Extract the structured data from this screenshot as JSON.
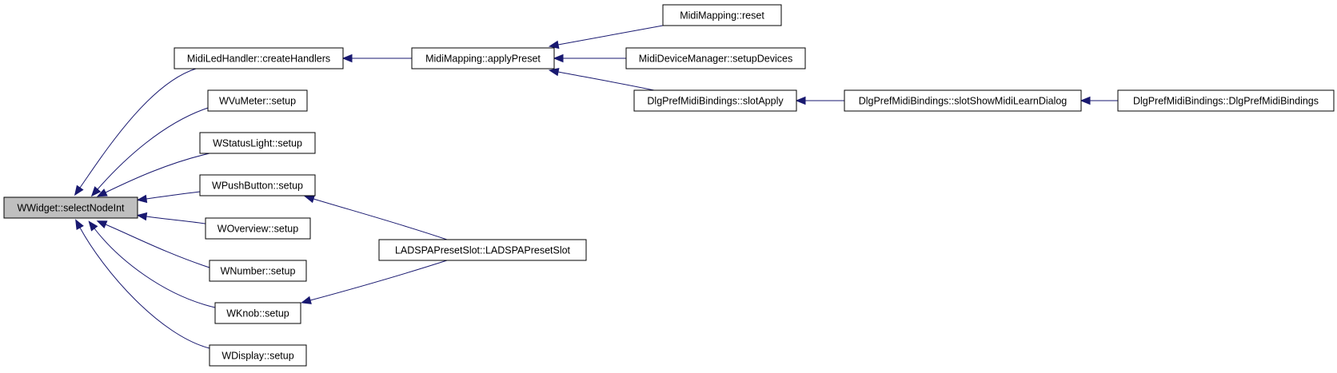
{
  "graph": {
    "colors": {
      "edge": "#191970",
      "node_fill": "#ffffff",
      "node_border": "#000000",
      "highlight_fill": "#bfbfbf"
    },
    "nodes": [
      {
        "id": "selectNodeInt",
        "label": "WWidget::selectNodeInt",
        "highlight": true
      },
      {
        "id": "createHandlers",
        "label": "MidiLedHandler::createHandlers"
      },
      {
        "id": "vuMeter",
        "label": "WVuMeter::setup"
      },
      {
        "id": "statusLight",
        "label": "WStatusLight::setup"
      },
      {
        "id": "pushButton",
        "label": "WPushButton::setup"
      },
      {
        "id": "overview",
        "label": "WOverview::setup"
      },
      {
        "id": "number",
        "label": "WNumber::setup"
      },
      {
        "id": "knob",
        "label": "WKnob::setup"
      },
      {
        "id": "display",
        "label": "WDisplay::setup"
      },
      {
        "id": "applyPreset",
        "label": "MidiMapping::applyPreset"
      },
      {
        "id": "ladspa",
        "label": "LADSPAPresetSlot::LADSPAPresetSlot"
      },
      {
        "id": "reset",
        "label": "MidiMapping::reset"
      },
      {
        "id": "setupDevices",
        "label": "MidiDeviceManager::setupDevices"
      },
      {
        "id": "slotApply",
        "label": "DlgPrefMidiBindings::slotApply"
      },
      {
        "id": "slotShow",
        "label": "DlgPrefMidiBindings::slotShowMidiLearnDialog"
      },
      {
        "id": "ctor",
        "label": "DlgPrefMidiBindings::DlgPrefMidiBindings"
      }
    ],
    "edges": [
      {
        "from": "createHandlers",
        "to": "selectNodeInt"
      },
      {
        "from": "vuMeter",
        "to": "selectNodeInt"
      },
      {
        "from": "statusLight",
        "to": "selectNodeInt"
      },
      {
        "from": "pushButton",
        "to": "selectNodeInt"
      },
      {
        "from": "overview",
        "to": "selectNodeInt"
      },
      {
        "from": "number",
        "to": "selectNodeInt"
      },
      {
        "from": "knob",
        "to": "selectNodeInt"
      },
      {
        "from": "display",
        "to": "selectNodeInt"
      },
      {
        "from": "applyPreset",
        "to": "createHandlers"
      },
      {
        "from": "ladspa",
        "to": "pushButton"
      },
      {
        "from": "ladspa",
        "to": "knob"
      },
      {
        "from": "reset",
        "to": "applyPreset"
      },
      {
        "from": "setupDevices",
        "to": "applyPreset"
      },
      {
        "from": "slotApply",
        "to": "applyPreset"
      },
      {
        "from": "slotShow",
        "to": "slotApply"
      },
      {
        "from": "ctor",
        "to": "slotShow"
      }
    ]
  }
}
